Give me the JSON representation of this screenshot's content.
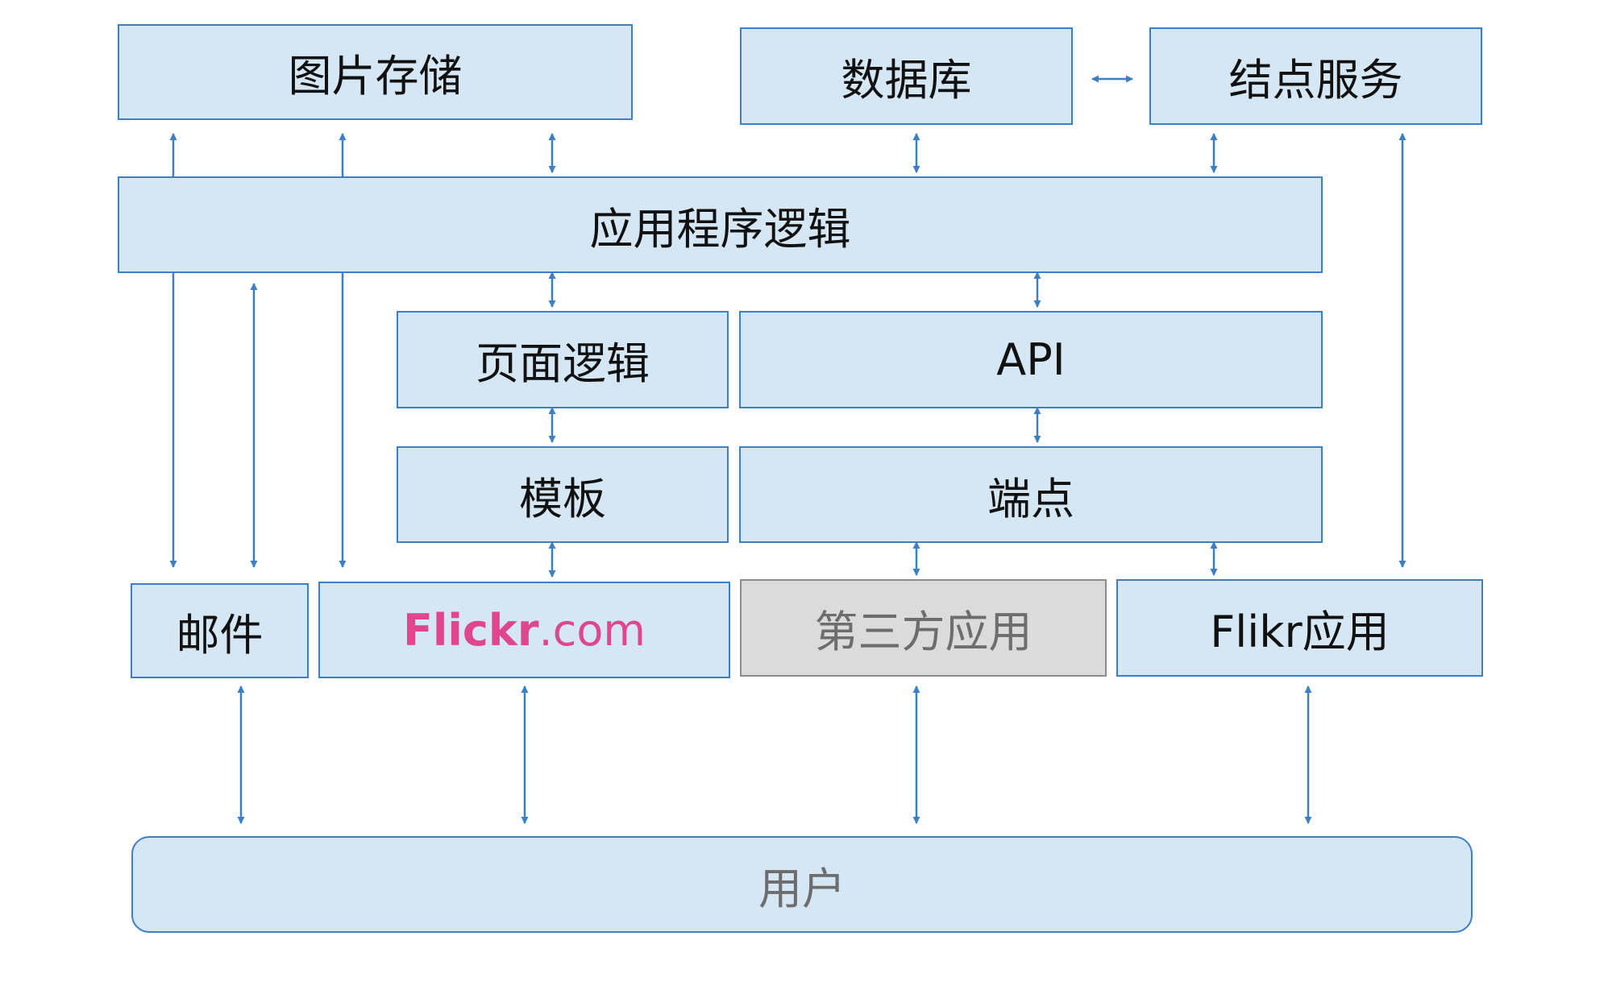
{
  "boxes": {
    "image_storage": "图片存储",
    "database": "数据库",
    "node_service": "结点服务",
    "app_logic": "应用程序逻辑",
    "page_logic": "页面逻辑",
    "api": "API",
    "template": "模板",
    "endpoint": "端点",
    "mail": "邮件",
    "flickr_com": {
      "brand": "Flickr",
      "domain": ".com"
    },
    "third_party_app": "第三方应用",
    "flikr_app": "Flikr应用",
    "user": "用户"
  },
  "colors": {
    "box_fill": "#d5e6f4",
    "box_border": "#3b7fc4",
    "arrow": "#3b7fc4",
    "gray_fill": "#dbdbdb",
    "gray_border": "#8c8c8c",
    "flickr_pink": "#e0468e"
  }
}
